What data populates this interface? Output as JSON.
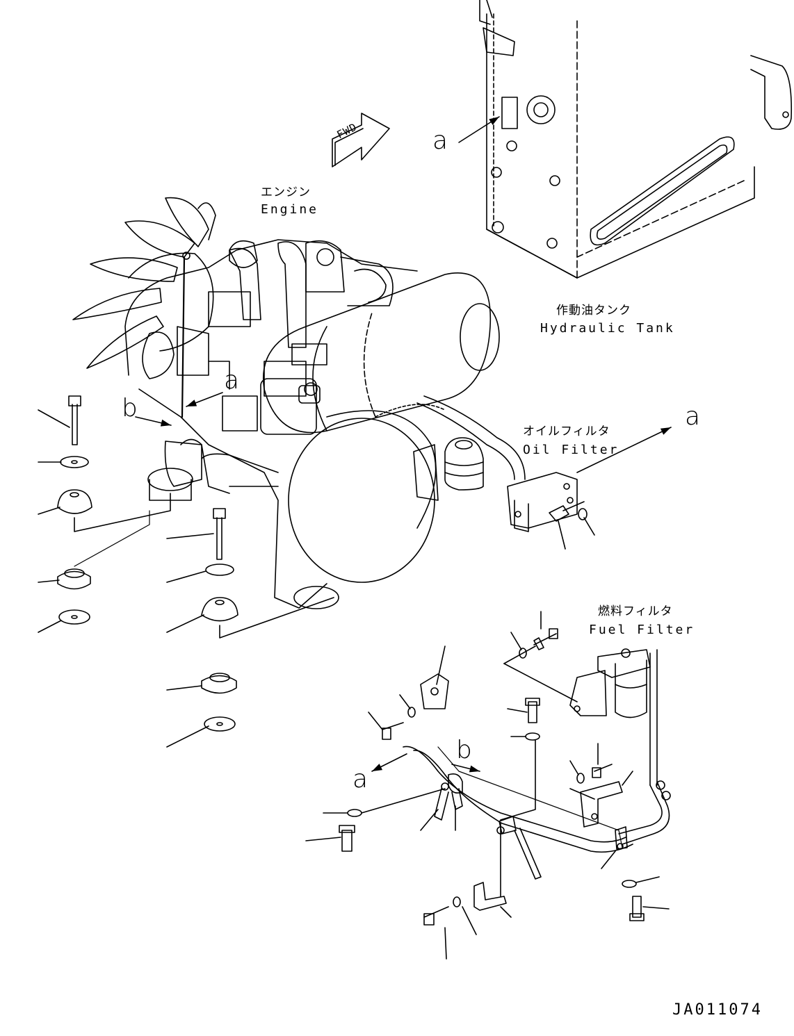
{
  "labels": {
    "fwd": "FWD",
    "engine_jp": "エンジン",
    "engine_en": "Engine",
    "tank_jp": "作動油タンク",
    "tank_en": "Hydraulic Tank",
    "oil_filter_jp": "オイルフィルタ",
    "oil_filter_en": "Oil Filter",
    "fuel_filter_jp": "燃料フィルタ",
    "fuel_filter_en": "Fuel Filter",
    "ref_a": "a",
    "ref_b": "b",
    "drawing_code": "JA011074"
  },
  "colors": {
    "line": "#000000",
    "background": "#ffffff"
  }
}
